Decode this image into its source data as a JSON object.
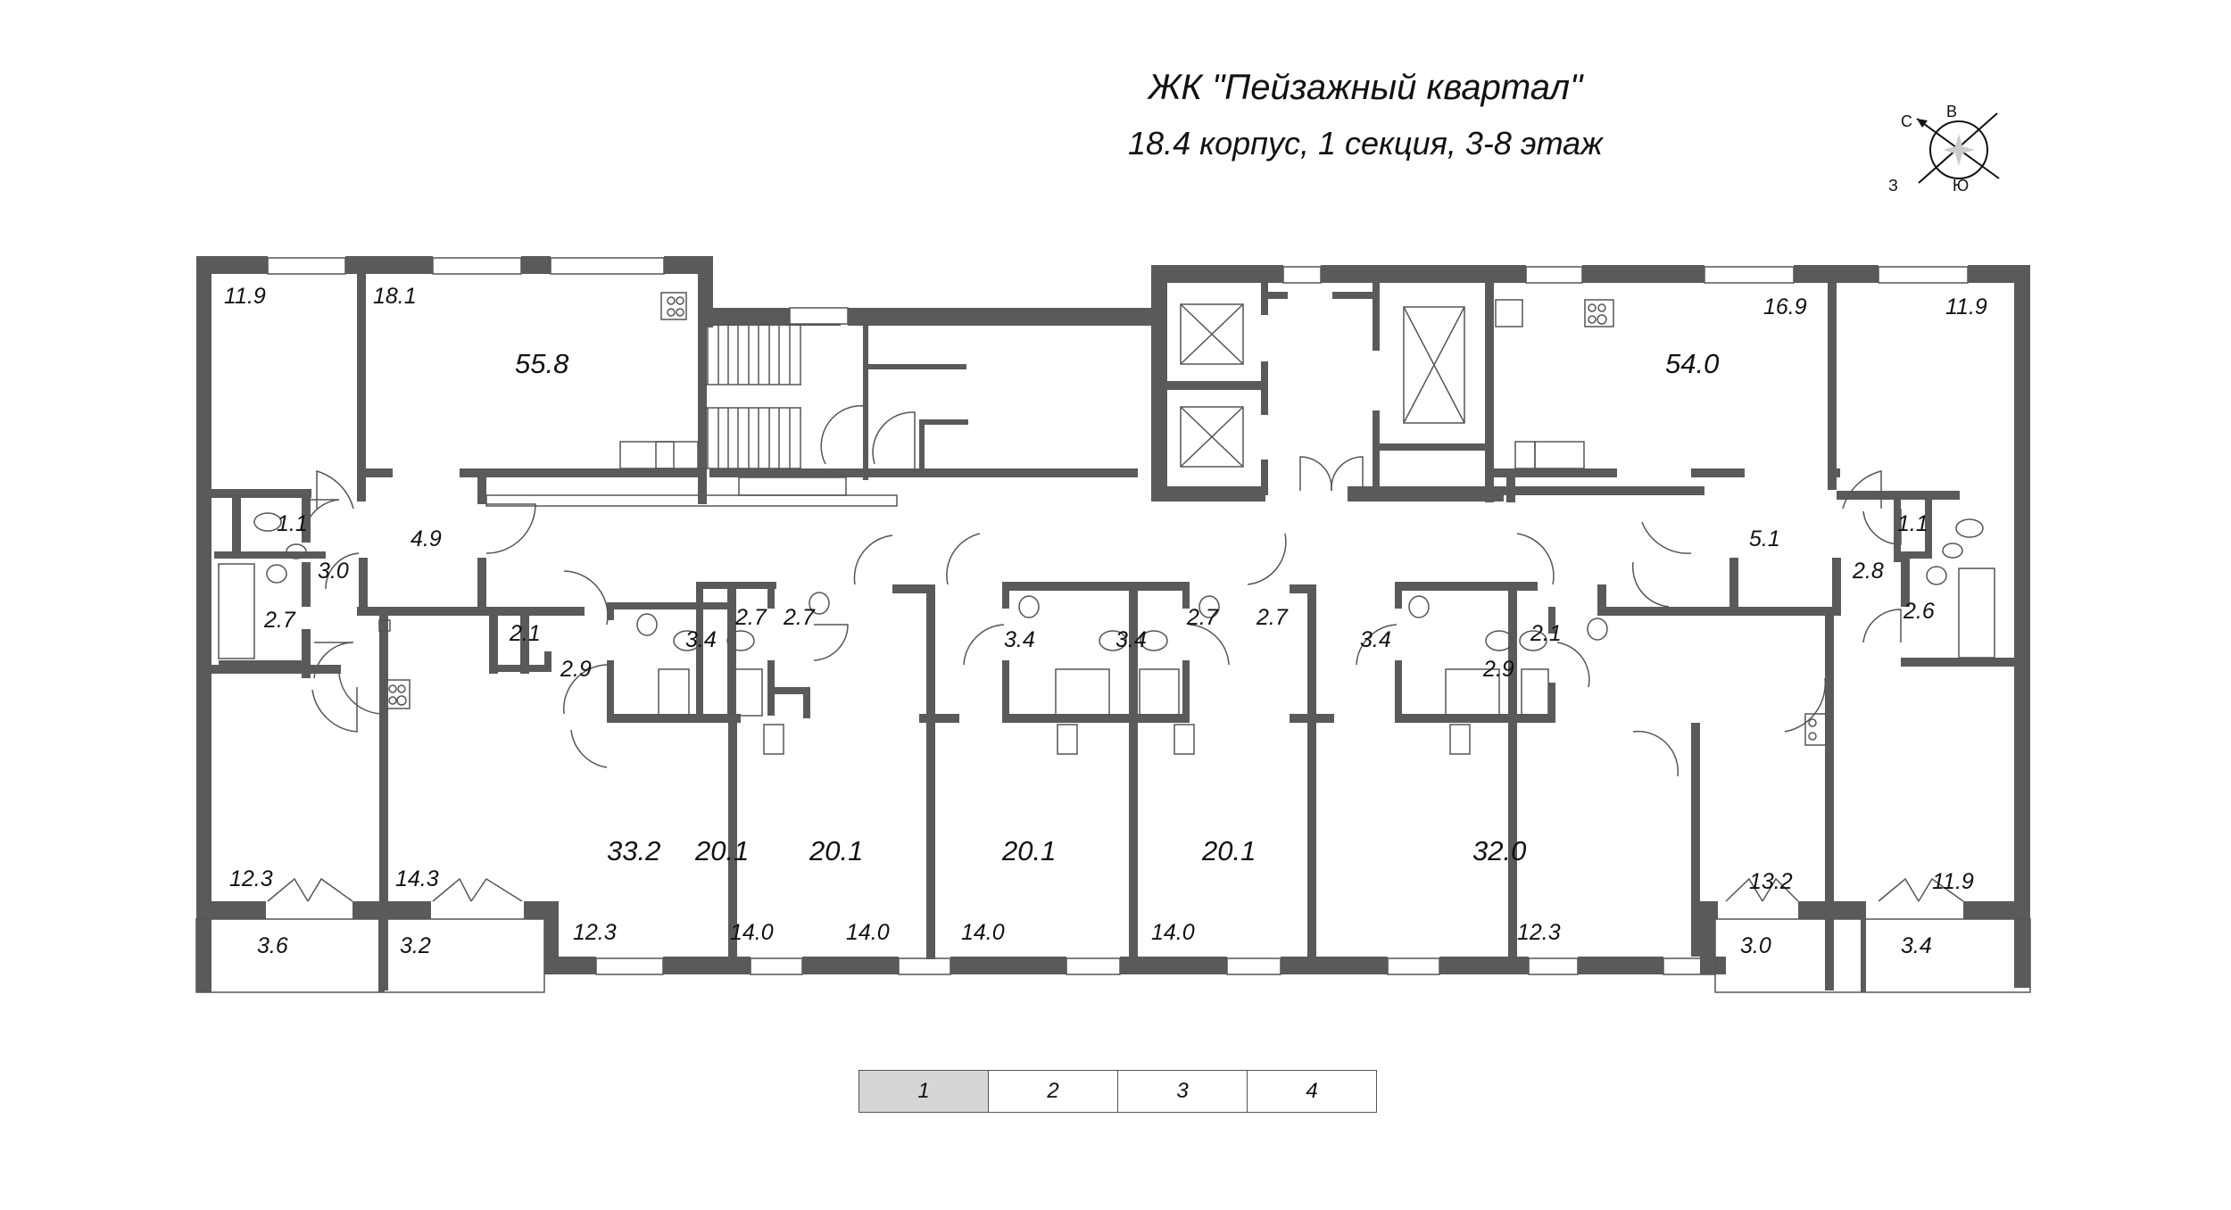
{
  "header": {
    "title": "ЖК \"Пейзажный квартал\"",
    "subtitle": "18.4 корпус, 1 секция, 3-8 этаж"
  },
  "compass": {
    "north": "С",
    "east": "В",
    "west": "З",
    "south": "Ю"
  },
  "apartments": {
    "apt_left_2room": {
      "total": "55.8",
      "rooms": [
        "11.9",
        "18.1",
        "4.9",
        "1.1",
        "3.0",
        "2.7"
      ]
    },
    "apt_left_bottom": {
      "rooms": [
        "12.3",
        "14.3",
        "3.6",
        "3.2"
      ]
    },
    "apt_33_2": {
      "total": "33.2",
      "rooms": [
        "2.1",
        "2.9",
        "12.3"
      ]
    },
    "apt_20_1_a": {
      "total": "20.1",
      "rooms": [
        "3.4",
        "2.7",
        "14.0"
      ]
    },
    "apt_20_1_b": {
      "total": "20.1",
      "rooms": [
        "2.7",
        "3.4",
        "14.0"
      ]
    },
    "apt_20_1_c": {
      "total": "20.1",
      "rooms": [
        "3.4",
        "2.7",
        "14.0"
      ]
    },
    "apt_20_1_d": {
      "total": "20.1",
      "rooms": [
        "2.7",
        "3.4",
        "14.0"
      ]
    },
    "apt_32_0": {
      "total": "32.0",
      "rooms": [
        "2.9",
        "2.1",
        "12.3"
      ]
    },
    "apt_right_2room": {
      "total": "54.0",
      "rooms": [
        "16.9",
        "11.9",
        "5.1",
        "1.1",
        "2.8",
        "2.6"
      ]
    },
    "apt_right_bottom": {
      "rooms": [
        "13.2",
        "11.9",
        "3.0",
        "3.4"
      ]
    }
  },
  "labels": {
    "l_11_9_tl": "11.9",
    "l_18_1": "18.1",
    "l_55_8": "55.8",
    "l_4_9": "4.9",
    "l_1_1_l": "1.1",
    "l_3_0_l": "3.0",
    "l_2_7_l": "2.7",
    "l_2_1_l": "2.1",
    "l_2_9_l": "2.9",
    "l_12_3_bl": "12.3",
    "l_14_3": "14.3",
    "l_3_6": "3.6",
    "l_3_2": "3.2",
    "l_33_2": "33.2",
    "l_12_3_b1": "12.3",
    "l_3_4_a": "3.4",
    "l_2_7_a": "2.7",
    "l_20_1_a": "20.1",
    "l_14_0_a": "14.0",
    "l_2_7_b": "2.7",
    "l_3_4_b": "3.4",
    "l_20_1_b": "20.1",
    "l_14_0_b": "14.0",
    "l_3_4_c": "3.4",
    "l_2_7_c": "2.7",
    "l_20_1_c": "20.1",
    "l_14_0_c": "14.0",
    "l_2_7_d": "2.7",
    "l_3_4_d": "3.4",
    "l_20_1_d": "20.1",
    "l_14_0_d": "14.0",
    "l_2_9_r": "2.9",
    "l_2_1_r": "2.1",
    "l_32_0": "32.0",
    "l_12_3_b2": "12.3",
    "l_54_0": "54.0",
    "l_16_9": "16.9",
    "l_11_9_tr": "11.9",
    "l_5_1": "5.1",
    "l_1_1_r": "1.1",
    "l_2_8": "2.8",
    "l_2_6": "2.6",
    "l_13_2": "13.2",
    "l_11_9_br": "11.9",
    "l_3_0_r": "3.0",
    "l_3_4_r": "3.4"
  },
  "floor_tabs": {
    "items": [
      "1",
      "2",
      "3",
      "4"
    ],
    "active": "1"
  },
  "colors": {
    "wall": "#5a5a5a",
    "active_tab": "#d6d6d6"
  }
}
